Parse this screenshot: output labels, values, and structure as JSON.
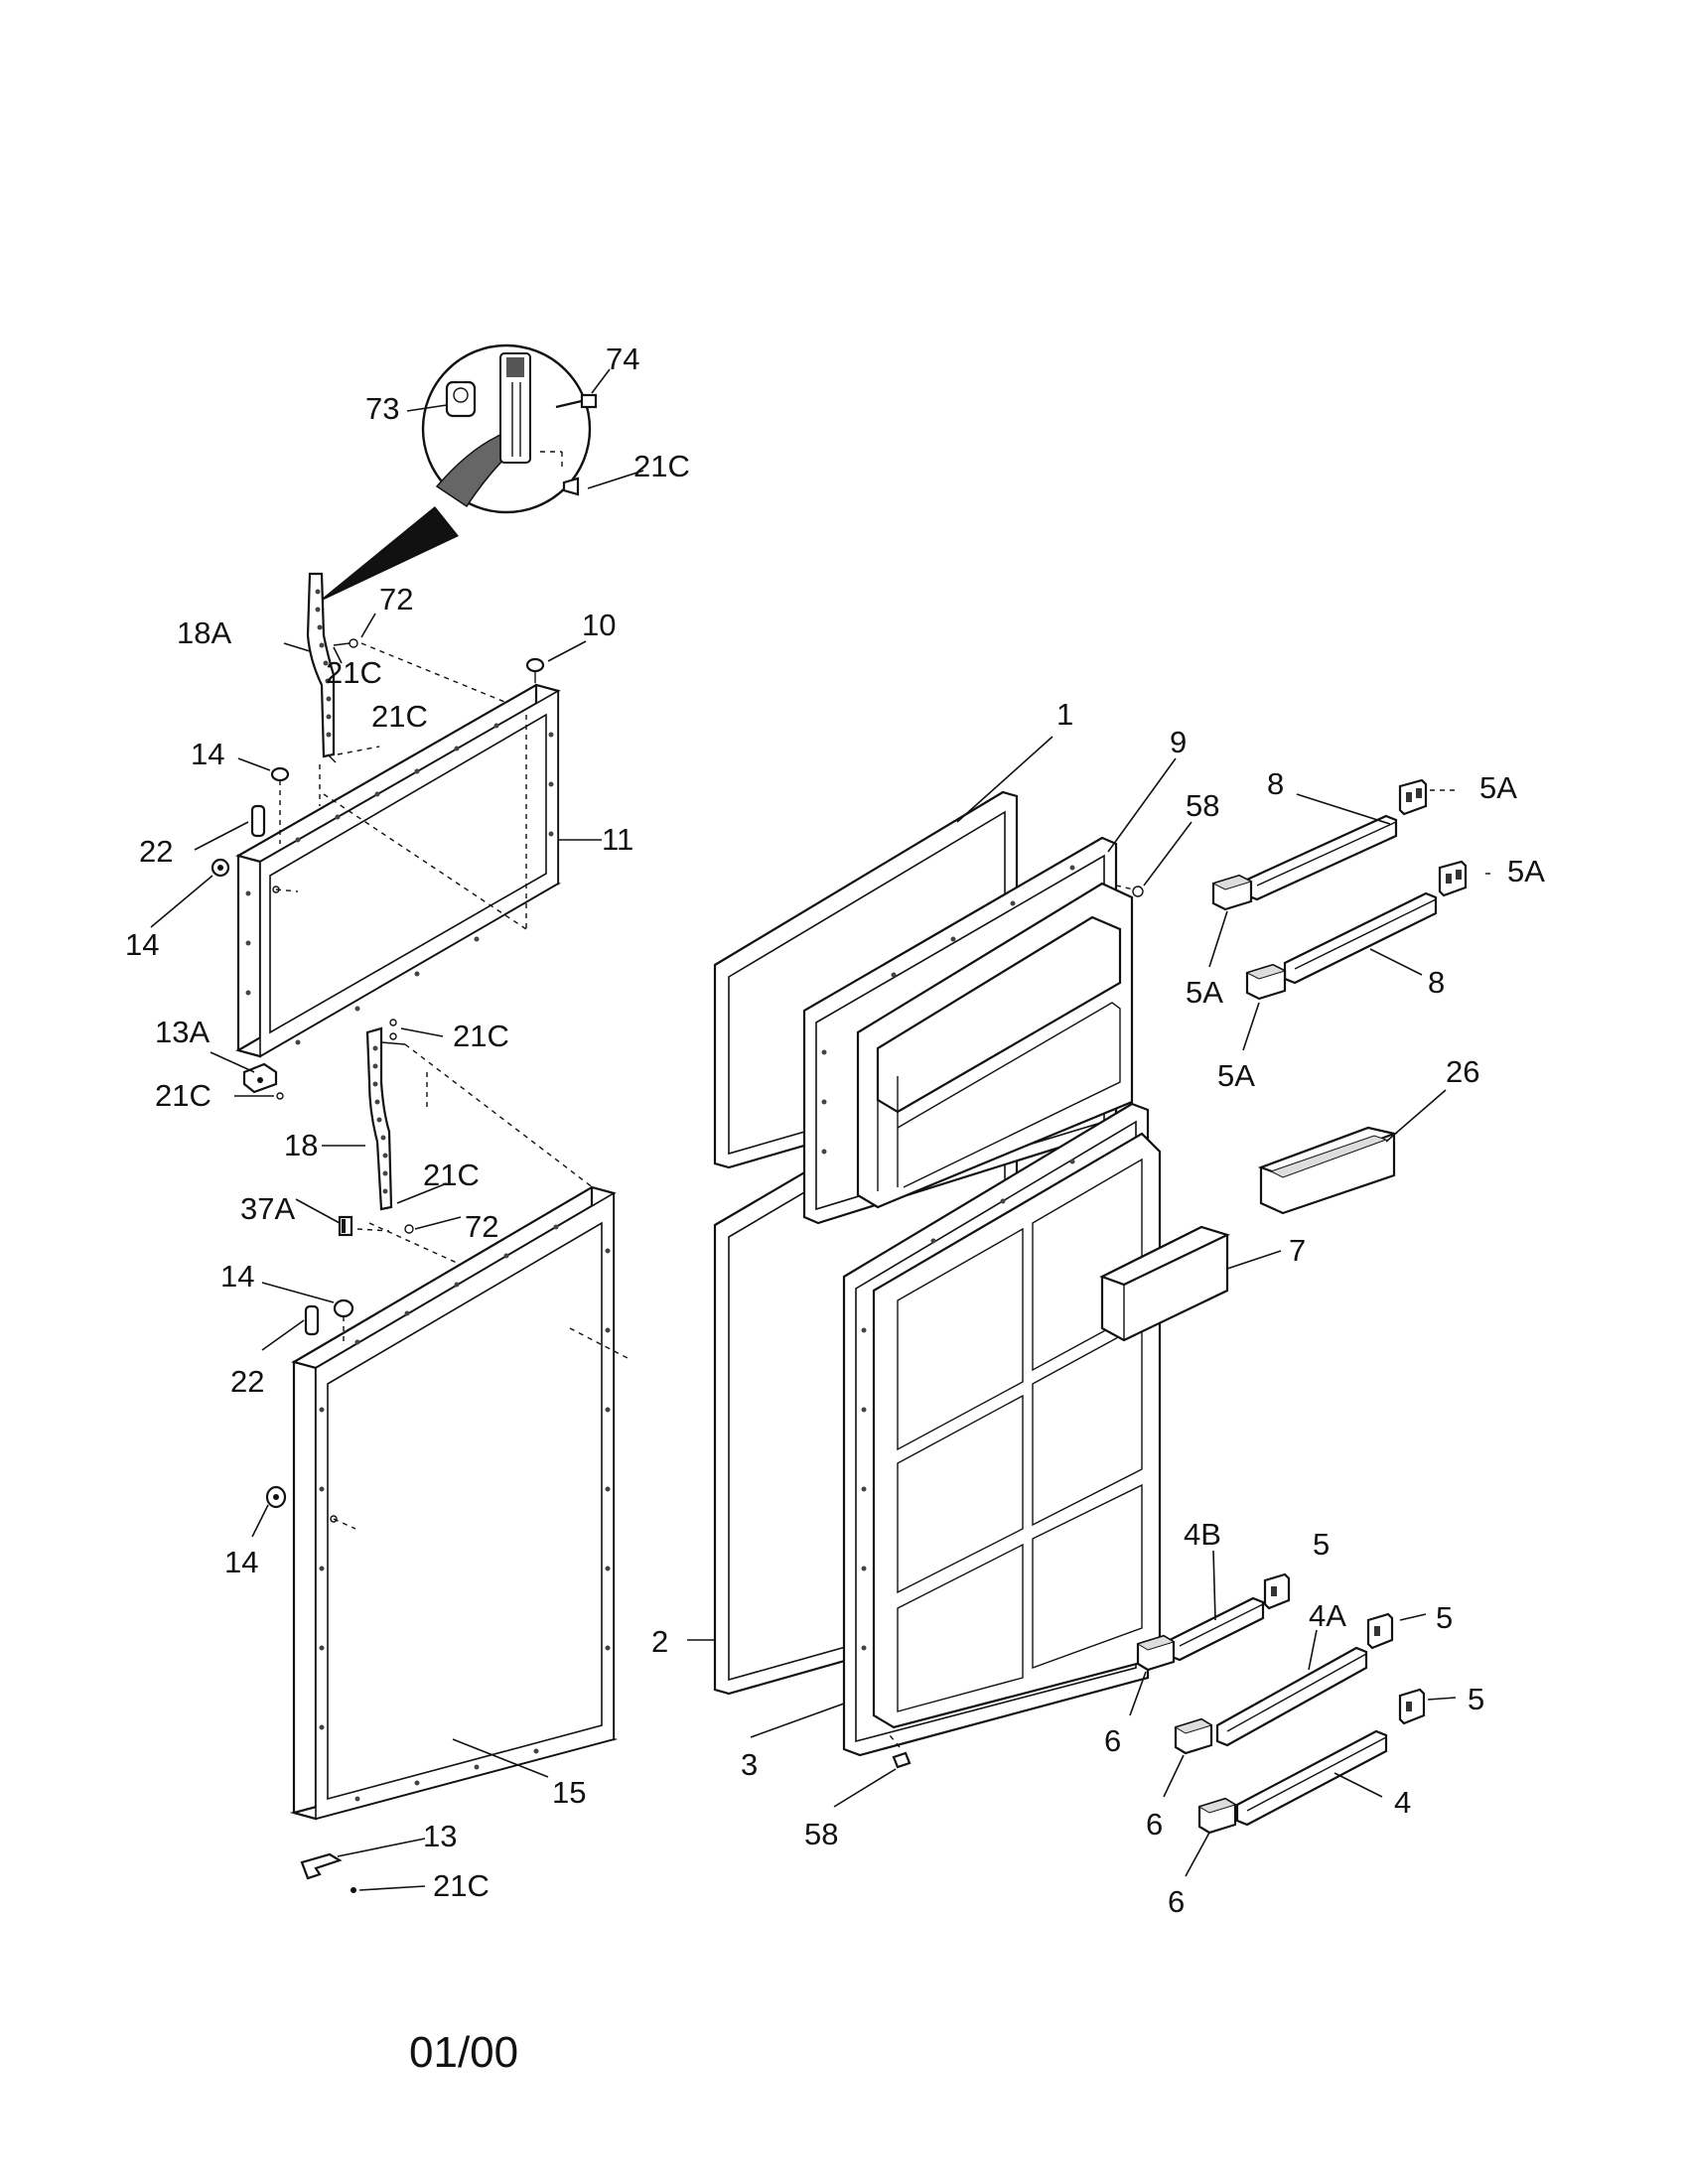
{
  "labels": {
    "l74": "74",
    "l73": "73",
    "l21c_inset": "21C",
    "l72_top": "72",
    "l18a": "18A",
    "l21c_a": "21C",
    "l10": "10",
    "l21c_b": "21C",
    "l14_a": "14",
    "l22_a": "22",
    "l11": "11",
    "l14_b": "14",
    "l13a": "13A",
    "l21c_c": "21C",
    "l21c_d": "21C",
    "l18": "18",
    "l21c_e": "21C",
    "l37a": "37A",
    "l72_b": "72",
    "l14_c": "14",
    "l22_b": "22",
    "l14_d": "14",
    "l15": "15",
    "l13": "13",
    "l21c_f": "21C",
    "l1": "1",
    "l9": "9",
    "l58_a": "58",
    "l8_a": "8",
    "l5a_a": "5A",
    "l5a_b": "5A",
    "l5a_c": "5A",
    "l8_b": "8",
    "l5a_d": "5A",
    "l26": "26",
    "l7": "7",
    "l2": "2",
    "l3": "3",
    "l58_b": "58",
    "l4b": "4B",
    "l5_a": "5",
    "l4a": "4A",
    "l5_b": "5",
    "l5_c": "5",
    "l6_a": "6",
    "l6_b": "6",
    "l4": "4",
    "l6_c": "6"
  },
  "footer": {
    "date_code": "01/00"
  }
}
